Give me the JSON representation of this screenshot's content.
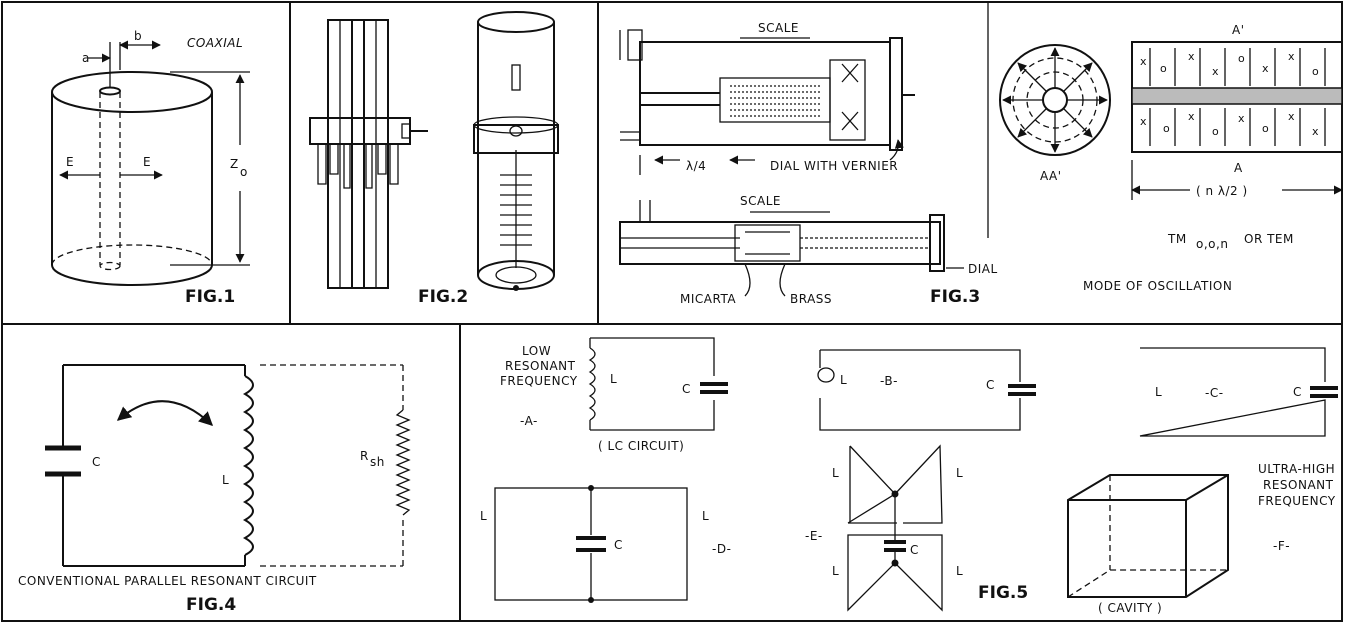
{
  "fig1": {
    "title": "COAXIAL",
    "dim_a": "a",
    "dim_b": "b",
    "field_left": "E",
    "field_right": "E",
    "impedance": "Z",
    "impedance_sub": "o",
    "caption": "FIG.1"
  },
  "fig2": {
    "caption": "FIG.2"
  },
  "fig3": {
    "scale_top": "SCALE",
    "quarter_wave": "λ/4",
    "dial_vernier": "DIAL WITH VERNIER",
    "scale_bottom": "SCALE",
    "dial": "DIAL",
    "micarta": "MICARTA",
    "brass": "BRASS",
    "caption": "FIG.3"
  },
  "mode": {
    "a_prime": "A'",
    "a": "A",
    "aa_prime": "AA'",
    "half_wave": "( n λ/2 )",
    "mode_tm": "TM",
    "mode_sub": "o,o,n",
    "mode_or": "OR  TEM",
    "title": "MODE OF OSCILLATION"
  },
  "fig4": {
    "cap_label": "C",
    "ind_label": "L",
    "rsh": "R",
    "rsh_sub": "sh",
    "title": "CONVENTIONAL PARALLEL RESONANT CIRCUIT",
    "caption": "FIG.4"
  },
  "fig5": {
    "low_1": "LOW",
    "low_2": "RESONANT",
    "low_3": "FREQUENCY",
    "a_tag": "-A-",
    "lc_circuit": "( LC CIRCUIT)",
    "a_L": "L",
    "a_C": "C",
    "b_L": "L",
    "b_tag": "-B-",
    "b_C": "C",
    "c_L": "L",
    "c_tag": "-C-",
    "c_C": "C",
    "d_L1": "L",
    "d_L2": "L",
    "d_C": "C",
    "d_tag": "-D-",
    "e_tag": "-E-",
    "e_L1": "L",
    "e_L2": "L",
    "e_L3": "L",
    "e_L4": "L",
    "e_C": "C",
    "caption": "FIG.5",
    "cavity": "( CAVITY )",
    "ultra_1": "ULTRA-HIGH",
    "ultra_2": "RESONANT",
    "ultra_3": "FREQUENCY",
    "f_tag": "-F-"
  }
}
